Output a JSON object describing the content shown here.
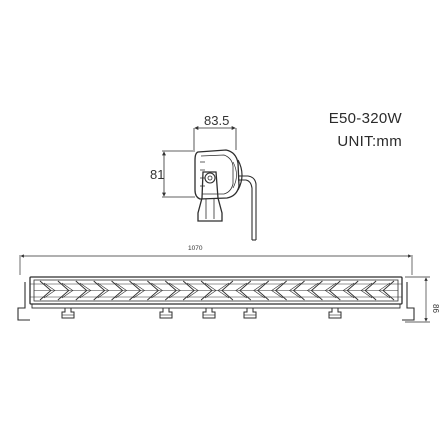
{
  "model": "E50-320W",
  "unit": "UNIT:mm",
  "dimensions": {
    "side_width": "83.5",
    "side_height": "81",
    "bar_length": "1070",
    "bar_height": "86"
  },
  "colors": {
    "line": "#2e2e2e",
    "background": "#ffffff"
  }
}
